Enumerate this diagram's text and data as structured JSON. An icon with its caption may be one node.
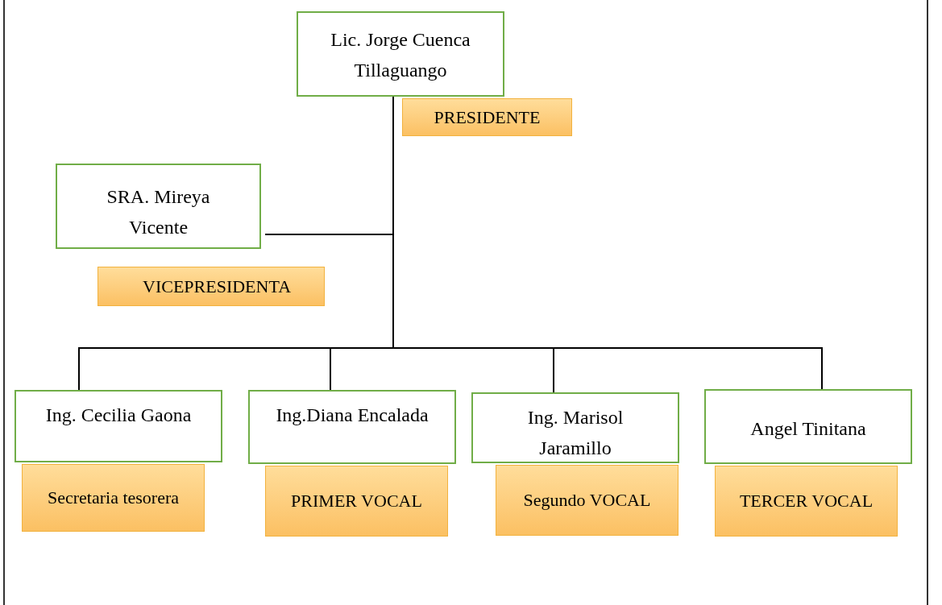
{
  "diagram": {
    "nodes": [
      {
        "text": [
          "Lic. Jorge Cuenca Tillaguango"
        ]
      },
      {
        "text": [
          "PRESIDENTE"
        ]
      },
      {
        "text": [
          "SRA. Mireya Vicente"
        ]
      },
      {
        "text": [
          "VICEPRESIDENTA"
        ]
      },
      {
        "text": [
          "Ing. Cecilia Gaona"
        ]
      },
      {
        "text": [
          "Secretaria tesorera"
        ]
      },
      {
        "text": [
          "Ing.Diana Encalada"
        ]
      },
      {
        "text": [
          "PRIMER VOCAL"
        ]
      },
      {
        "text": [
          "Ing. Marisol Jaramillo"
        ]
      },
      {
        "text": [
          "Segundo VOCAL"
        ]
      },
      {
        "text": [
          "Angel Tinitana"
        ]
      },
      {
        "text": [
          "TERCER VOCAL"
        ]
      }
    ],
    "edges": [
      {
        "from": 0,
        "to": 2,
        "arrow": "none"
      },
      {
        "from": 0,
        "to": 4,
        "arrow": "none"
      },
      {
        "from": 0,
        "to": 6,
        "arrow": "none"
      },
      {
        "from": 0,
        "to": 8,
        "arrow": "none"
      },
      {
        "from": 0,
        "to": 10,
        "arrow": "none"
      }
    ]
  }
}
